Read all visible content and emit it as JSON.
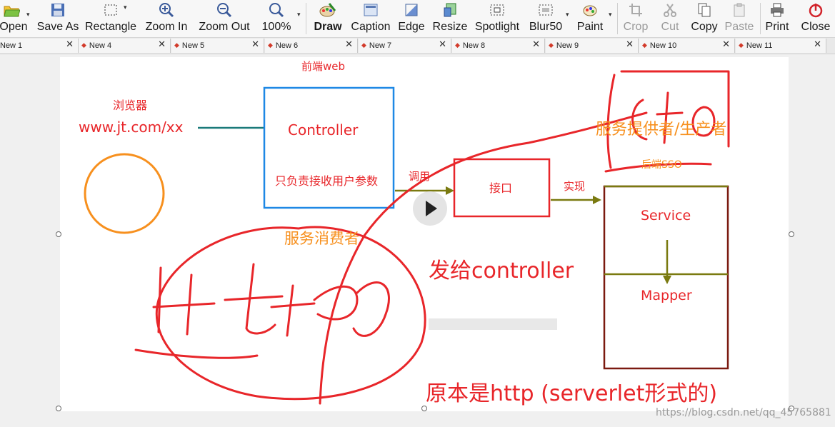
{
  "toolbar": {
    "open": "Open",
    "save_as": "Save As",
    "rectangle": "Rectangle",
    "zoom_in": "Zoom In",
    "zoom_out": "Zoom Out",
    "zoom_level": "100%",
    "draw": "Draw",
    "caption": "Caption",
    "edge": "Edge",
    "resize": "Resize",
    "spotlight": "Spotlight",
    "blur": "Blur50",
    "paint": "Paint",
    "crop": "Crop",
    "cut": "Cut",
    "copy": "Copy",
    "paste": "Paste",
    "print": "Print",
    "close": "Close"
  },
  "tabs": [
    "New 1",
    "New 4",
    "New 5",
    "New 6",
    "New 7",
    "New 8",
    "New 9",
    "New 10",
    "New 11"
  ],
  "diagram": {
    "browser_label": "浏览器",
    "url": "www.jt.com/xx",
    "frontend_label": "前端web",
    "controller": "Controller",
    "controller_desc": "只负责接收用户参数",
    "call_label": "调用",
    "interface": "接口",
    "impl_label": "实现",
    "provider_label": "服务提供者/生产者",
    "backend_label": "后端SSO",
    "service": "Service",
    "mapper": "Mapper",
    "consumer_label": "服务消费者",
    "note_controller": "发给controller",
    "note_http": "原本是http (serverlet形式的)",
    "watermark": "https://blog.csdn.net/qq_45765881"
  },
  "colors": {
    "red": "#e8262a",
    "orange": "#f7901e",
    "blue": "#1e88e5",
    "teal": "#1a7a7a",
    "olive": "#7a7a10",
    "maroon": "#7b1a10"
  }
}
